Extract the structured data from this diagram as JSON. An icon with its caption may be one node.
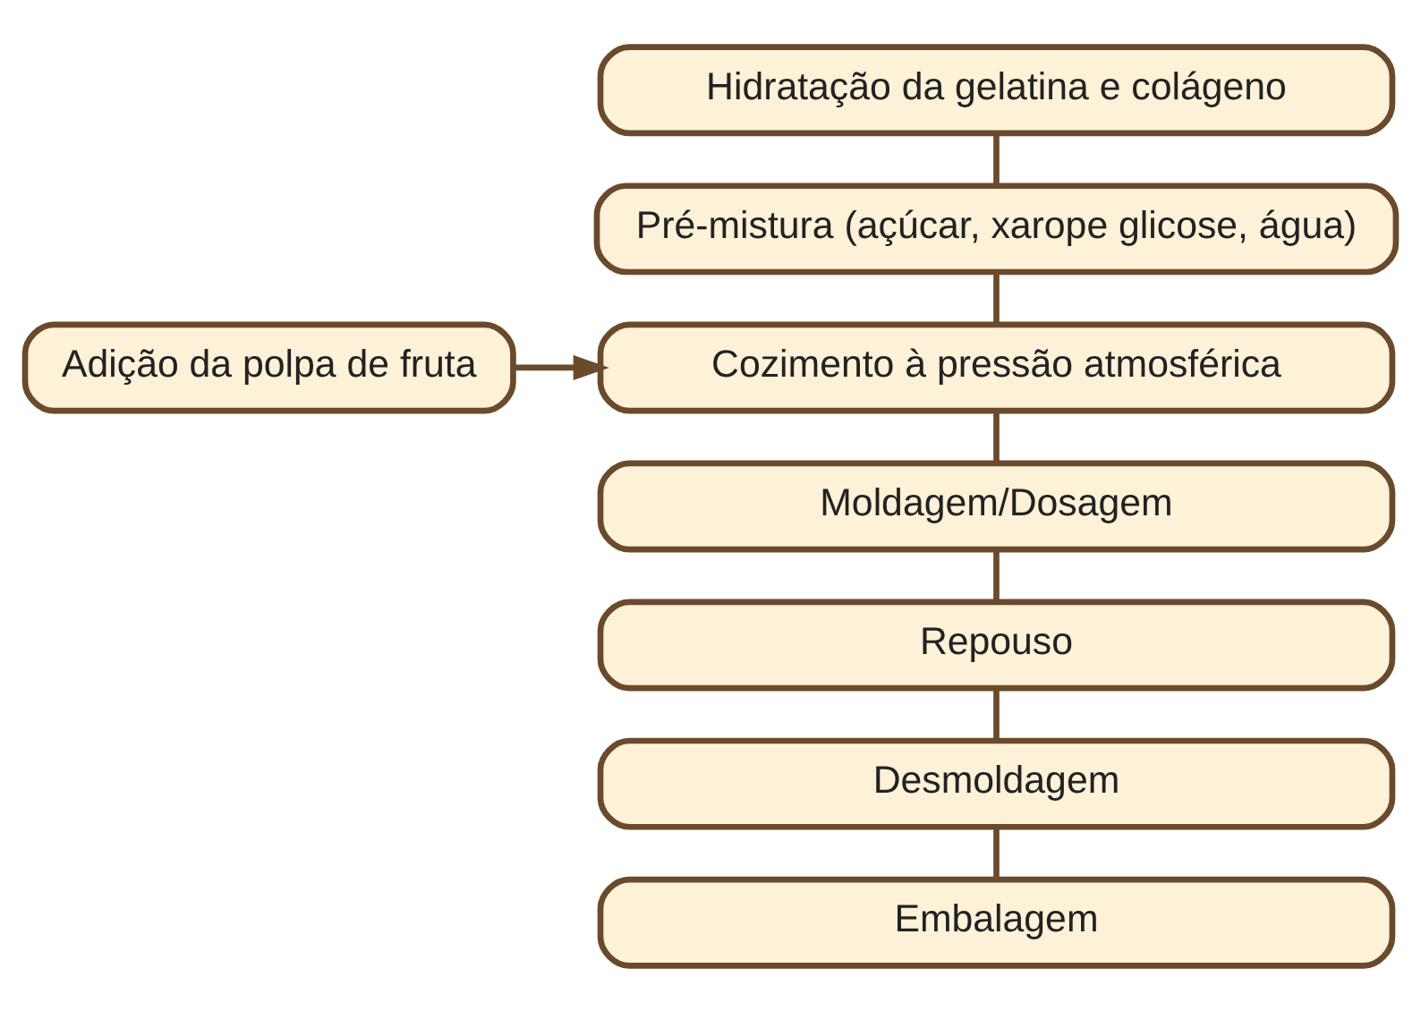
{
  "diagram": {
    "nodes": [
      {
        "text": [
          "Hidratação da gelatina e colágeno"
        ]
      },
      {
        "text": [
          "Pré-mistura (açúcar, xarope glicose, água)"
        ]
      },
      {
        "text": [
          "Adição da polpa de fruta"
        ]
      },
      {
        "text": [
          "Cozimento à pressão atmosférica"
        ]
      },
      {
        "text": [
          "Moldagem/Dosagem"
        ]
      },
      {
        "text": [
          "Repouso"
        ]
      },
      {
        "text": [
          "Desmoldagem"
        ]
      },
      {
        "text": [
          "Embalagem"
        ]
      }
    ],
    "edges": [
      {
        "from": 0,
        "to": 1,
        "arrow": "none"
      },
      {
        "from": 1,
        "to": 3,
        "arrow": "none"
      },
      {
        "from": 2,
        "to": 3,
        "arrow": "to"
      },
      {
        "from": 3,
        "to": 4,
        "arrow": "none"
      },
      {
        "from": 4,
        "to": 5,
        "arrow": "none"
      },
      {
        "from": 5,
        "to": 6,
        "arrow": "none"
      },
      {
        "from": 6,
        "to": 7,
        "arrow": "none"
      }
    ]
  }
}
